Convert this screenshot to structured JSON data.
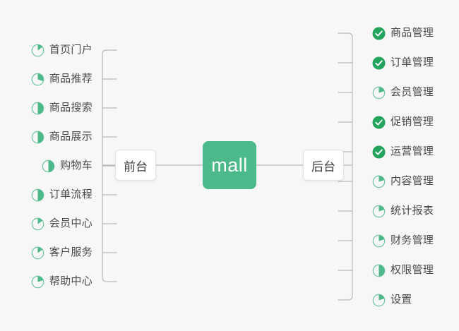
{
  "diagram": {
    "type": "mind-map",
    "background_color": "#f7f7f7",
    "accent_color": "#4cb98a",
    "line_color": "#b9b9b9",
    "root": {
      "label": "mall",
      "text_color": "#ffffff",
      "fill": "#4cb98a"
    },
    "branches": [
      {
        "id": "front",
        "label": "前台",
        "side": "left",
        "items": [
          {
            "label": "首页门户",
            "icon": "pie-progress-icon",
            "progress": 15
          },
          {
            "label": "商品推荐",
            "icon": "pie-progress-icon",
            "progress": 30
          },
          {
            "label": "商品搜索",
            "icon": "pie-progress-icon",
            "progress": 50
          },
          {
            "label": "商品展示",
            "icon": "pie-progress-icon",
            "progress": 50
          },
          {
            "label": "购物车",
            "icon": "pie-progress-icon",
            "progress": 50
          },
          {
            "label": "订单流程",
            "icon": "pie-progress-icon",
            "progress": 50
          },
          {
            "label": "会员中心",
            "icon": "pie-progress-icon",
            "progress": 15
          },
          {
            "label": "客户服务",
            "icon": "pie-progress-icon",
            "progress": 15
          },
          {
            "label": "帮助中心",
            "icon": "pie-progress-icon",
            "progress": 20
          }
        ]
      },
      {
        "id": "back",
        "label": "后台",
        "side": "right",
        "items": [
          {
            "label": "商品管理",
            "icon": "check-circle-icon",
            "progress": 100
          },
          {
            "label": "订单管理",
            "icon": "check-circle-icon",
            "progress": 100
          },
          {
            "label": "会员管理",
            "icon": "pie-progress-icon",
            "progress": 20
          },
          {
            "label": "促销管理",
            "icon": "check-circle-icon",
            "progress": 100
          },
          {
            "label": "运营管理",
            "icon": "check-circle-icon",
            "progress": 100
          },
          {
            "label": "内容管理",
            "icon": "pie-progress-icon",
            "progress": 20
          },
          {
            "label": "统计报表",
            "icon": "pie-progress-icon",
            "progress": 20
          },
          {
            "label": "财务管理",
            "icon": "pie-progress-icon",
            "progress": 20
          },
          {
            "label": "权限管理",
            "icon": "pie-progress-icon",
            "progress": 50
          },
          {
            "label": "设置",
            "icon": "pie-progress-icon",
            "progress": 20
          }
        ]
      }
    ]
  }
}
